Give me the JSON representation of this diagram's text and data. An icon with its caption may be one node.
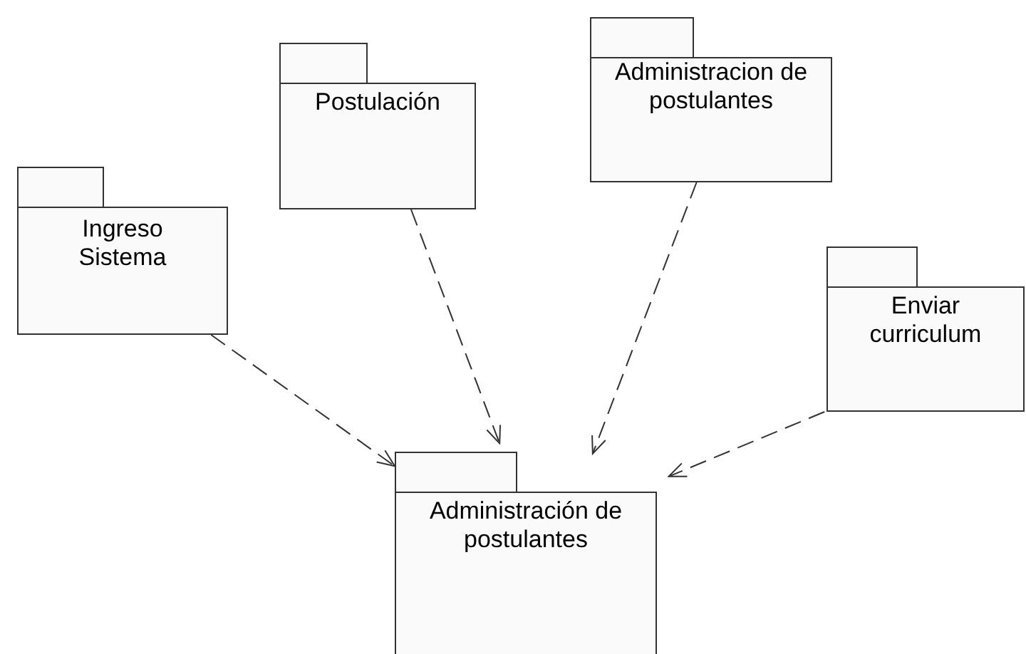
{
  "diagram": {
    "nodes": [
      {
        "text": [
          "Ingreso Sistema"
        ]
      },
      {
        "text": [
          "Postulación"
        ]
      },
      {
        "text": [
          "Administracion de postulantes"
        ]
      },
      {
        "text": [
          "Enviar curriculum"
        ]
      },
      {
        "text": [
          "Administración de postulantes"
        ]
      }
    ],
    "edges": [
      {
        "from": 0,
        "to": 4,
        "arrow": "to",
        "style": "dashed"
      },
      {
        "from": 1,
        "to": 4,
        "arrow": "to",
        "style": "dashed"
      },
      {
        "from": 2,
        "to": 4,
        "arrow": "to",
        "style": "dashed"
      },
      {
        "from": 3,
        "to": 4,
        "arrow": "to",
        "style": "dashed"
      }
    ]
  }
}
